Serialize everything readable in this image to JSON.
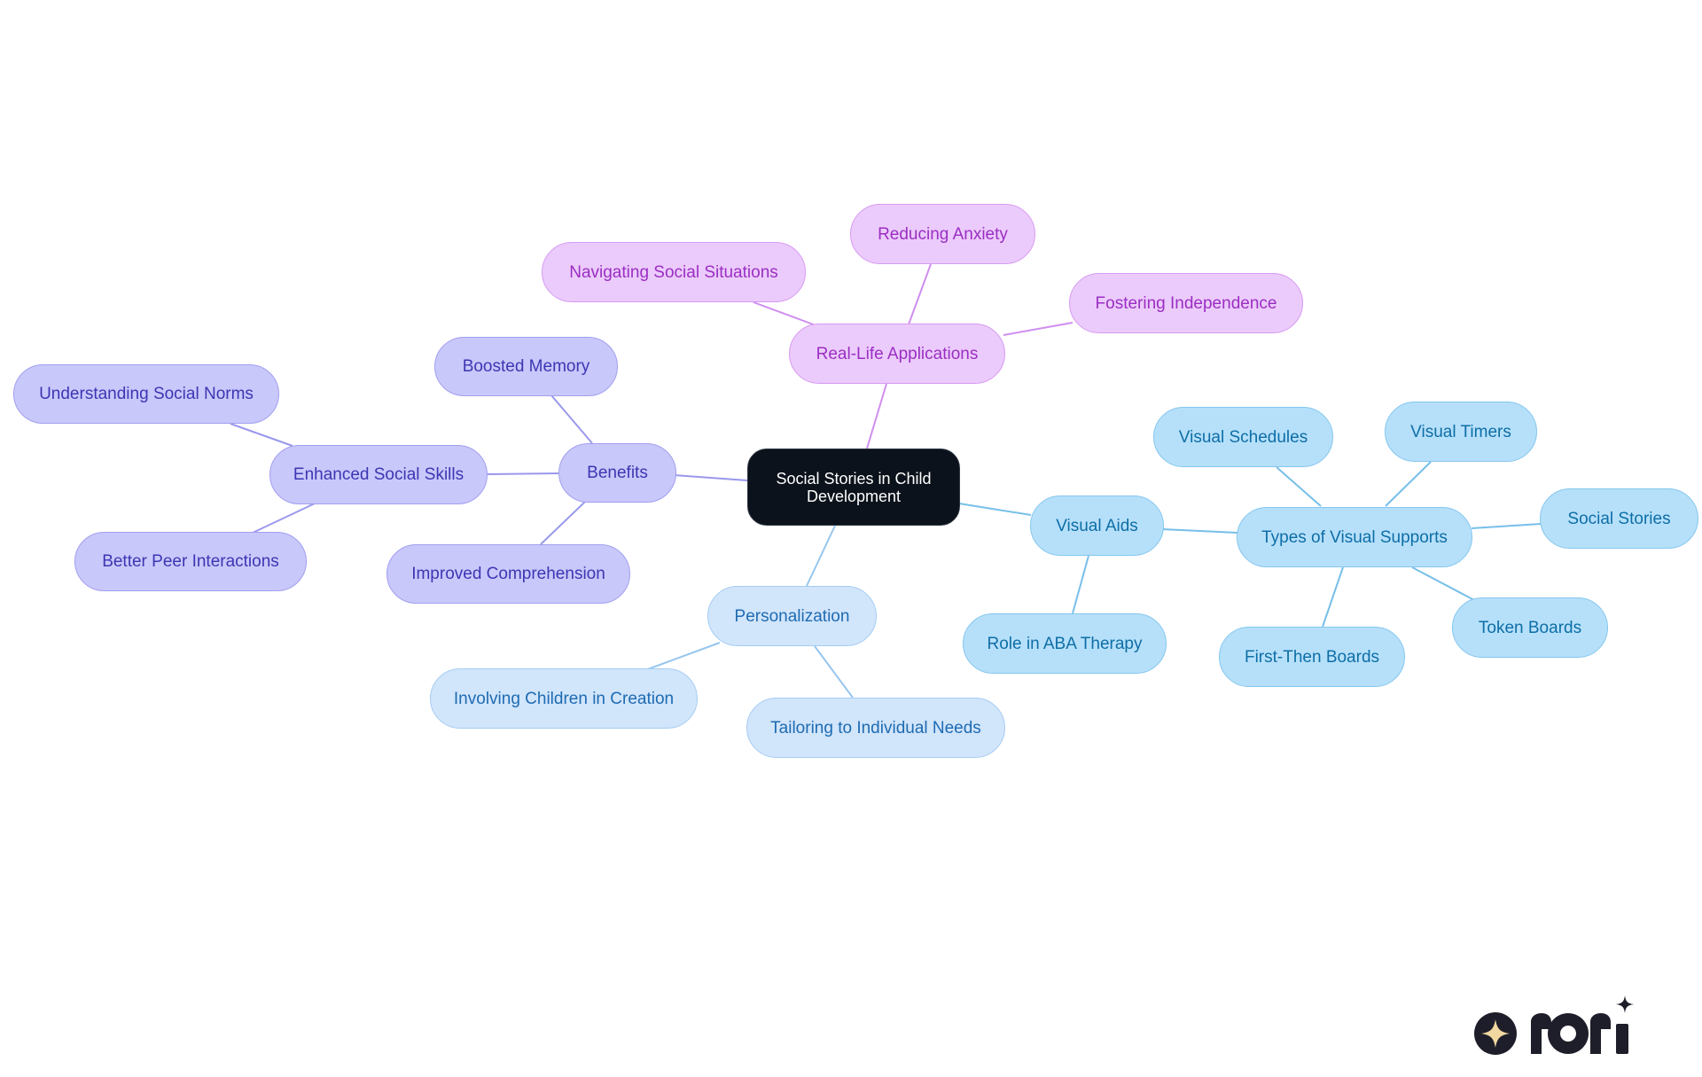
{
  "diagram": {
    "root": {
      "line1": "Social Stories in Child",
      "line2": "Development"
    },
    "branches": {
      "benefits": {
        "label": "Benefits",
        "enhanced_social_skills": "Enhanced Social Skills",
        "understanding_social_norms": "Understanding Social Norms",
        "better_peer_interactions": "Better Peer Interactions",
        "boosted_memory": "Boosted Memory",
        "improved_comprehension": "Improved Comprehension"
      },
      "real_life_applications": {
        "label": "Real-Life Applications",
        "navigating_social_situations": "Navigating Social Situations",
        "reducing_anxiety": "Reducing Anxiety",
        "fostering_independence": "Fostering Independence"
      },
      "visual_aids": {
        "label": "Visual Aids",
        "role_in_aba_therapy": "Role in ABA Therapy",
        "types_of_visual_supports": "Types of Visual Supports",
        "visual_schedules": "Visual Schedules",
        "visual_timers": "Visual Timers",
        "social_stories": "Social Stories",
        "token_boards": "Token Boards",
        "first_then_boards": "First-Then Boards"
      },
      "personalization": {
        "label": "Personalization",
        "involving_children": "Involving Children in Creation",
        "tailoring_needs": "Tailoring to Individual Needs"
      }
    },
    "colors": {
      "benefits_line": "#9a98ec",
      "applications_line": "#cf8ef0",
      "visual_aids_line": "#77bfe9",
      "personalization_line": "#97c6ee"
    }
  },
  "logo": {
    "text": "rori",
    "icon": "sparkle-icon"
  }
}
